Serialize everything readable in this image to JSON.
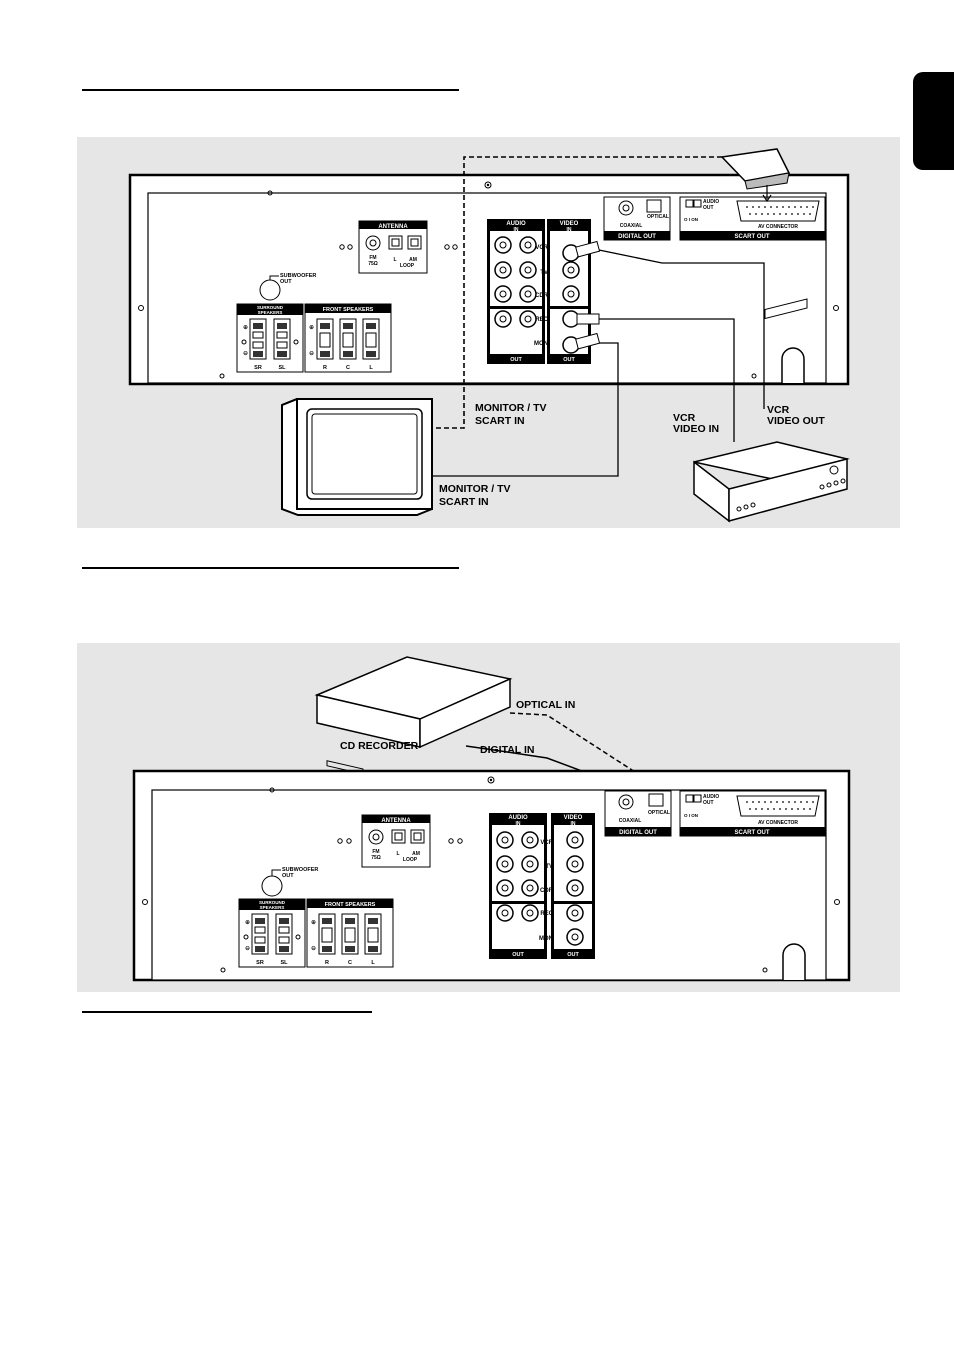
{
  "diagram1": {
    "antenna": "ANTENNA",
    "fm": "FM",
    "fm_ohm": "75Ω",
    "am_l": "L",
    "am": "AM",
    "loop": "LOOP",
    "subwoofer": "SUBWOOFER",
    "subwoofer_out": "OUT",
    "surround": "SURROUND",
    "surround_speakers": "SPEAKERS",
    "front_speakers": "FRONT SPEAKERS",
    "sr": "SR",
    "sl": "SL",
    "r": "R",
    "c": "C",
    "l": "L",
    "audio": "AUDIO",
    "audio_in": "IN",
    "video": "VIDEO",
    "video_in": "IN",
    "vcr": "VCR",
    "tv": "TV",
    "cdr": "CDR",
    "rec": "REC",
    "mon": "MON",
    "out1": "OUT",
    "out2": "OUT",
    "coaxial": "COAXIAL",
    "optical": "OPTICAL",
    "digital_out": "DIGITAL OUT",
    "audio_out_1": "AUDIO",
    "audio_out_2": "OUT",
    "switch_labels": "O I ON",
    "av_connector": "AV CONNECTOR",
    "scart_out": "SCART OUT",
    "monitor_scart_1": "MONITOR / TV",
    "monitor_scart_2": "SCART IN",
    "monitor_bottom_1": "MONITOR / TV",
    "monitor_bottom_2": "SCART IN",
    "vcr_video_in_1": "VCR",
    "vcr_video_in_2": "VIDEO IN",
    "vcr_video_out_1": "VCR",
    "vcr_video_out_2": "VIDEO OUT"
  },
  "diagram2": {
    "optical_in": "OPTICAL IN",
    "digital_in": "DIGITAL IN",
    "cd_recorder": "CD RECORDER",
    "antenna": "ANTENNA",
    "fm": "FM",
    "fm_ohm": "75Ω",
    "am_l": "L",
    "am": "AM",
    "loop": "LOOP",
    "subwoofer": "SUBWOOFER",
    "subwoofer_out": "OUT",
    "surround": "SURROUND",
    "surround_speakers": "SPEAKERS",
    "front_speakers": "FRONT SPEAKERS",
    "sr": "SR",
    "sl": "SL",
    "r": "R",
    "c": "C",
    "l": "L",
    "audio": "AUDIO",
    "audio_in": "IN",
    "video": "VIDEO",
    "video_in": "IN",
    "vcr": "VCR",
    "tv": "TV",
    "cdr": "CDR",
    "rec": "REC",
    "mon": "MON",
    "out1": "OUT",
    "out2": "OUT",
    "coaxial": "COAXIAL",
    "optical": "OPTICAL",
    "digital_out": "DIGITAL OUT",
    "audio_out_1": "AUDIO",
    "audio_out_2": "OUT",
    "switch_labels": "O I ON",
    "av_connector": "AV CONNECTOR",
    "scart_out": "SCART OUT"
  }
}
